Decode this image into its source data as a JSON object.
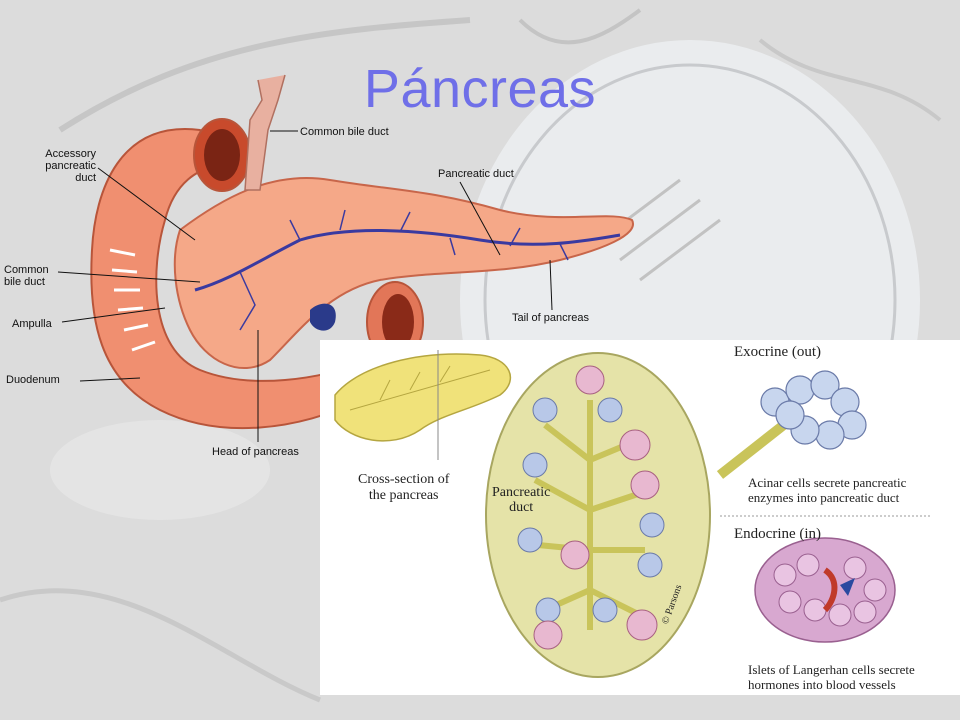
{
  "slide": {
    "title": "Páncreas"
  },
  "anatomy": {
    "labels": {
      "common_bile_duct_top": "Common bile duct",
      "accessory_duct_1": "Accessory",
      "accessory_duct_2": "pancreatic",
      "accessory_duct_3": "duct",
      "pancreatic_duct": "Pancreatic duct",
      "common_bile_duct_left_1": "Common",
      "common_bile_duct_left_2": "bile duct",
      "ampulla": "Ampulla",
      "duodenum": "Duodenum",
      "tail": "Tail of pancreas",
      "head": "Head of pancreas"
    }
  },
  "cross_section": {
    "caption_1": "Cross-section of",
    "caption_2": "the pancreas",
    "duct_1": "Pancreatic",
    "duct_2": "duct",
    "signature": "© Parsons"
  },
  "exocrine": {
    "heading": "Exocrine (out)",
    "caption_1": "Acinar cells secrete pancreatic",
    "caption_2": "enzymes into pancreatic duct"
  },
  "endocrine": {
    "heading": "Endocrine (in)",
    "caption_1": "Islets of Langerhan cells secrete",
    "caption_2": "hormones into blood vessels"
  }
}
